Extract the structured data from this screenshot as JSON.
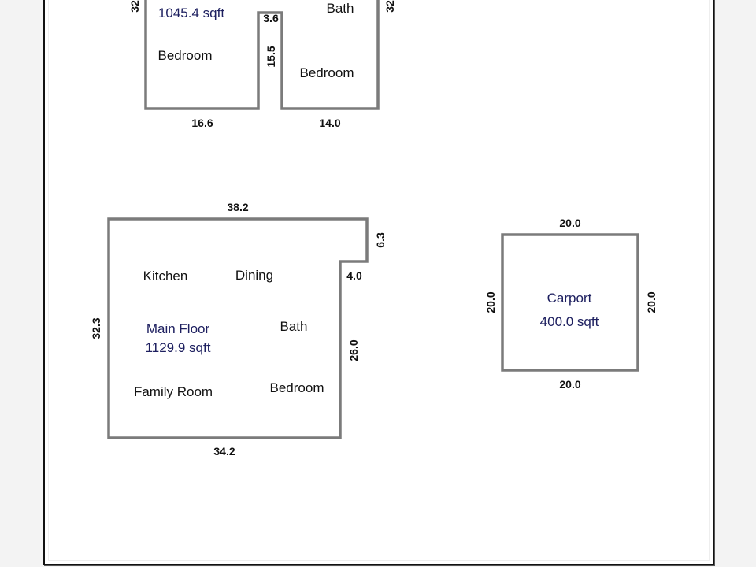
{
  "upper_floor": {
    "area": "1045.4 sqft",
    "rooms": [
      "Bedroom",
      "Bath",
      "Bedroom"
    ],
    "dims": {
      "left": "32",
      "right": "32",
      "notch_width": "3.6",
      "notch_depth": "15.5",
      "bottom_left": "16.6",
      "bottom_right": "14.0"
    }
  },
  "main_floor": {
    "name": "Main Floor",
    "area": "1129.9 sqft",
    "rooms": [
      "Kitchen",
      "Dining",
      "Bath",
      "Family Room",
      "Bedroom"
    ],
    "dims": {
      "top": "38.2",
      "right_upper": "6.3",
      "step": "4.0",
      "right_lower": "26.0",
      "left": "32.3",
      "bottom": "34.2"
    }
  },
  "carport": {
    "name": "Carport",
    "area": "400.0 sqft",
    "dims": {
      "top": "20.0",
      "left": "20.0",
      "right": "20.0",
      "bottom": "20.0"
    }
  },
  "colors": {
    "wall": "#7b7b7b",
    "area_text": "#1e2060"
  }
}
